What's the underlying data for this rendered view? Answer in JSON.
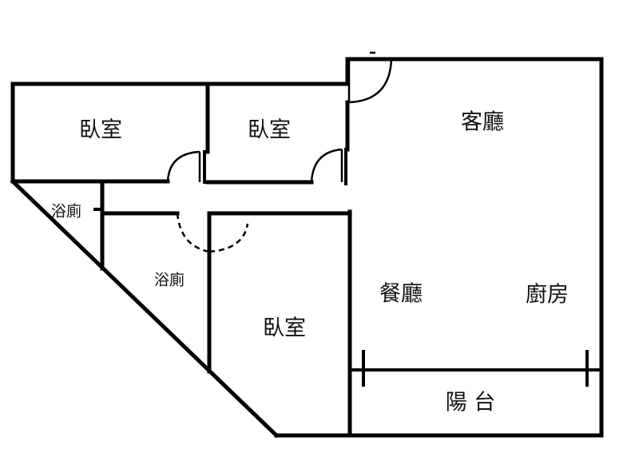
{
  "floor_plan": {
    "rooms": {
      "bedroom_top_left": "臥室",
      "bedroom_top_middle": "臥室",
      "bedroom_bottom": "臥室",
      "living_room": "客廳",
      "dining_room": "餐廳",
      "kitchen": "廚房",
      "balcony": "陽 台",
      "bathroom_small": "浴廁",
      "bathroom_large": "浴廁"
    }
  }
}
